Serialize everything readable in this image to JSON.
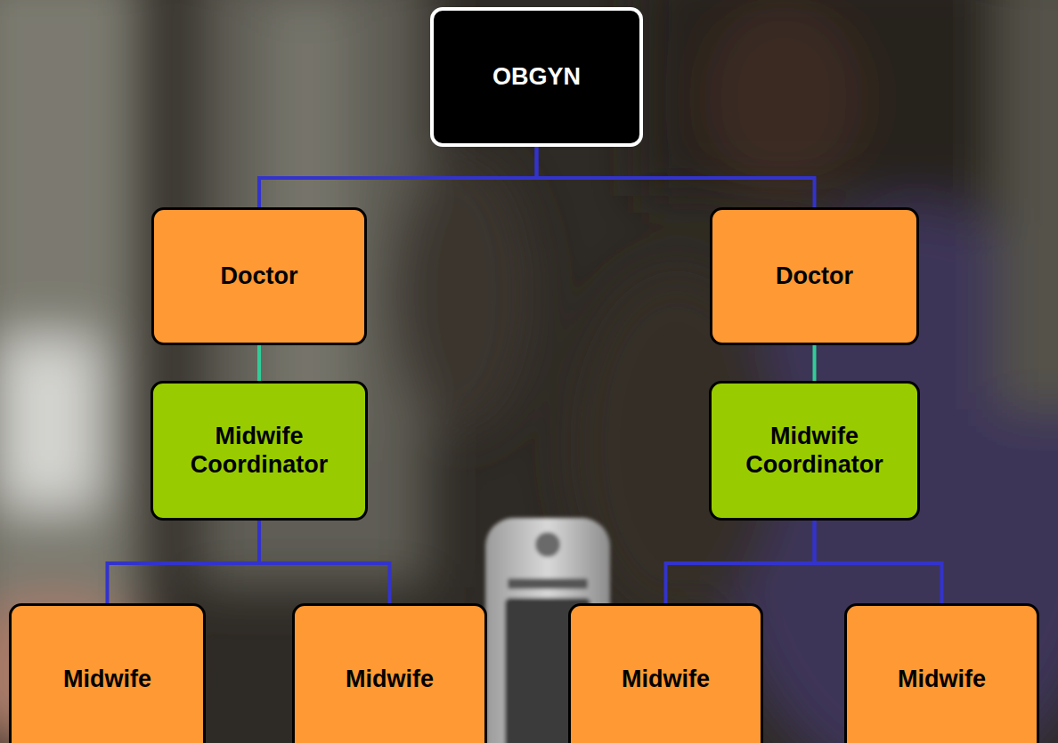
{
  "diagram": {
    "nodes": [
      {
        "text": [
          "OBGYN"
        ]
      },
      {
        "text": [
          "Doctor"
        ]
      },
      {
        "text": [
          "Doctor"
        ]
      },
      {
        "text": [
          "Midwife Coordinator"
        ]
      },
      {
        "text": [
          "Midwife Coordinator"
        ]
      },
      {
        "text": [
          "Midwife"
        ]
      },
      {
        "text": [
          "Midwife"
        ]
      },
      {
        "text": [
          "Midwife"
        ]
      },
      {
        "text": [
          "Midwife"
        ]
      }
    ],
    "edges": [
      {
        "from": 0,
        "to": 1,
        "arrow": "none"
      },
      {
        "from": 0,
        "to": 2,
        "arrow": "none"
      },
      {
        "from": 1,
        "to": 3,
        "arrow": "none"
      },
      {
        "from": 2,
        "to": 4,
        "arrow": "none"
      },
      {
        "from": 3,
        "to": 5,
        "arrow": "none"
      },
      {
        "from": 3,
        "to": 6,
        "arrow": "none"
      },
      {
        "from": 4,
        "to": 7,
        "arrow": "none"
      },
      {
        "from": 4,
        "to": 8,
        "arrow": "none"
      }
    ]
  }
}
